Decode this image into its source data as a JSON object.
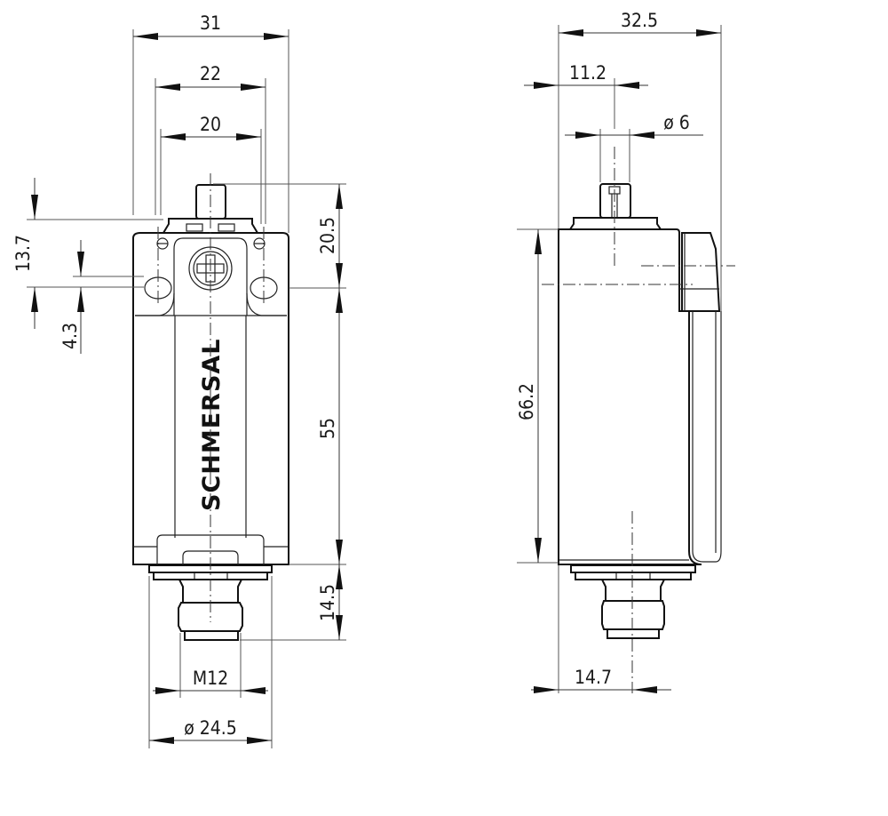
{
  "drawing": {
    "brand_label": "SCHMERSAL",
    "front_view": {
      "dimensions": {
        "overall_width": "31",
        "hole_spacing_outer": "22",
        "hole_spacing_inner": "20",
        "plunger_height": "20.5",
        "body_height": "55",
        "connector_height": "14.5",
        "top_to_hole": "13.7",
        "hole_diameter": "4.3",
        "thread": "M12",
        "connector_diameter": "ø 24.5"
      }
    },
    "side_view": {
      "dimensions": {
        "overall_depth": "32.5",
        "plunger_offset": "11.2",
        "plunger_diameter": "ø 6",
        "body_height": "66.2",
        "connector_offset": "14.7"
      }
    }
  }
}
